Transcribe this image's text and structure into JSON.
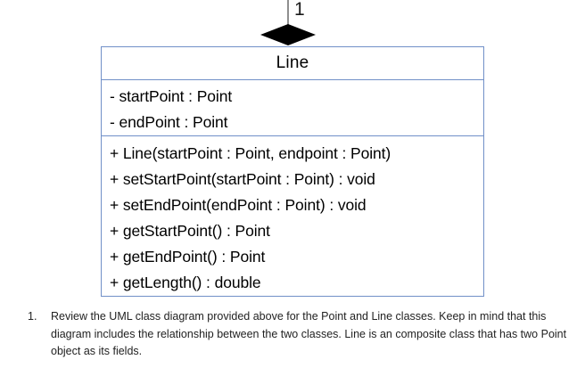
{
  "diagram": {
    "type": "uml-class-diagram",
    "association": {
      "multiplicity_label": "1",
      "relationship": "composition",
      "marker": "filled-diamond"
    },
    "class_box": {
      "name": "Line",
      "attributes": [
        "- startPoint : Point",
        "- endPoint : Point"
      ],
      "methods": [
        "+ Line(startPoint : Point, endpoint : Point)",
        "+ setStartPoint(startPoint : Point) : void",
        "+ setEndPoint(endPoint : Point) : void",
        "+ getStartPoint() : Point",
        "+ getEndPoint() : Point",
        "+ getLength() : double"
      ]
    },
    "colors": {
      "border": "#7190c8",
      "fill": "#ffffff",
      "diamond": "#000000",
      "connector": "#8f8f8f"
    }
  },
  "instructions": {
    "items": [
      {
        "marker": "1.",
        "text": "Review the UML class diagram provided above for the Point and Line classes. Keep in mind that this diagram includes the relationship between the two classes. Line is an composite class that has two Point object as its fields."
      }
    ]
  }
}
